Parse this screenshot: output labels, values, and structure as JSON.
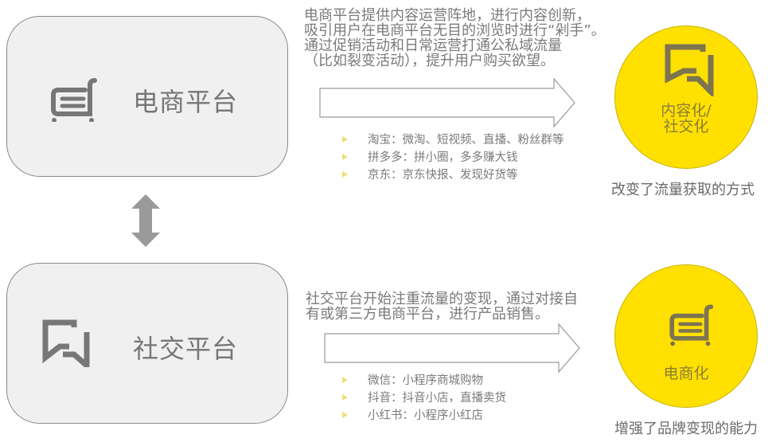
{
  "colors": {
    "box_fill": "#f0f0f0",
    "box_border": "#8a8a8a",
    "icon_gray": "#777777",
    "circle_yellow": "#ffe000",
    "circle_icon": "#7d7450",
    "bullet_yellow": "#e9e07a",
    "text_gray": "#7a7a7a"
  },
  "top": {
    "platform": {
      "label": "电商平台",
      "icon": "shopping-cart-icon"
    },
    "description": "电商平台提供内容运营阵地，进行内容创新，\n吸引用户在电商平台无目的浏览时进行“剁手”。\n通过促销活动和日常运营打通公私域流量\n（比如裂变活动），提升用户购买欲望。",
    "bullets": [
      "淘宝：微淘、短视频、直播、粉丝群等",
      "拼多多：拼小圈，多多赚大钱",
      "京东：京东快报、发现好货等"
    ],
    "result": {
      "label": "内容化/\n社交化",
      "icon": "chat-bubble-icon"
    },
    "caption": "改变了流量获取的方式"
  },
  "connector": {
    "icon": "double-arrow-vertical-icon"
  },
  "bottom": {
    "platform": {
      "label": "社交平台",
      "icon": "chat-bubble-icon"
    },
    "description": "社交平台开始注重流量的变现，通过对接自\n有或第三方电商平台，进行产品销售。",
    "bullets": [
      "微信：小程序商城购物",
      "抖音：抖音小店，直播卖货",
      "小红书：小程序小红店"
    ],
    "result": {
      "label": "电商化",
      "icon": "shopping-cart-icon"
    },
    "caption": "增强了品牌变现的能力"
  }
}
